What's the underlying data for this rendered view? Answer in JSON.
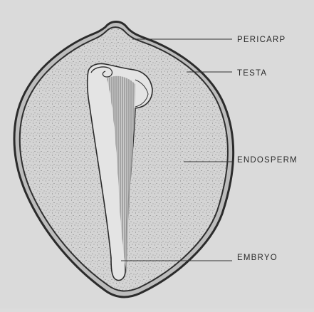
{
  "labels": {
    "pericarp": "PERICARP",
    "testa": "TESTA",
    "endosperm": "ENDOSPERM",
    "embryo": "EMBRYO"
  },
  "colors": {
    "background": "#dadada",
    "endosperm_fill": "#d3d3d3",
    "outline": "#2b2b2b",
    "stipple": "#5a5a5a",
    "embryo_fill": "#e6e6e6"
  }
}
